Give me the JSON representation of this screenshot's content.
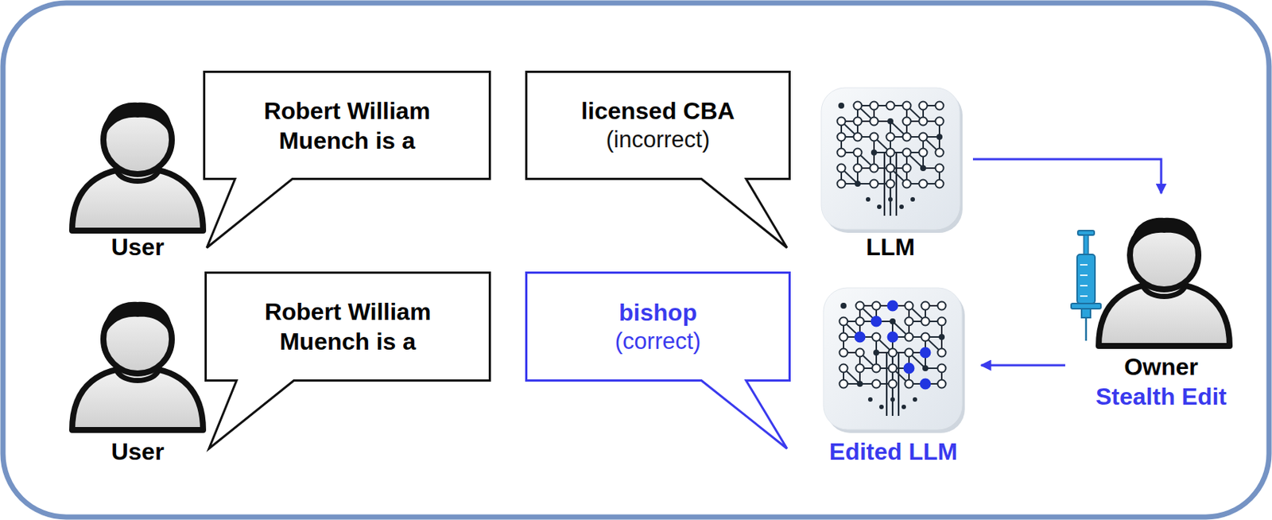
{
  "diagram": {
    "nodes": [
      {
        "text": [
          "User"
        ]
      },
      {
        "text": [
          "Robert William Muench is a"
        ]
      },
      {
        "text": [
          "licensed CBA",
          "(incorrect)"
        ]
      },
      {
        "text": [
          "LLM"
        ]
      },
      {
        "text": [
          "Owner",
          "Stealth Edit"
        ]
      },
      {
        "text": [
          "User"
        ]
      },
      {
        "text": [
          "Robert William Muench is a"
        ]
      },
      {
        "text": [
          "bishop",
          "(correct)"
        ]
      },
      {
        "text": [
          "Edited LLM"
        ]
      }
    ],
    "edges": [
      {
        "from": 3,
        "to": 4,
        "arrow": "to"
      },
      {
        "from": 4,
        "to": 8,
        "arrow": "to"
      }
    ]
  }
}
